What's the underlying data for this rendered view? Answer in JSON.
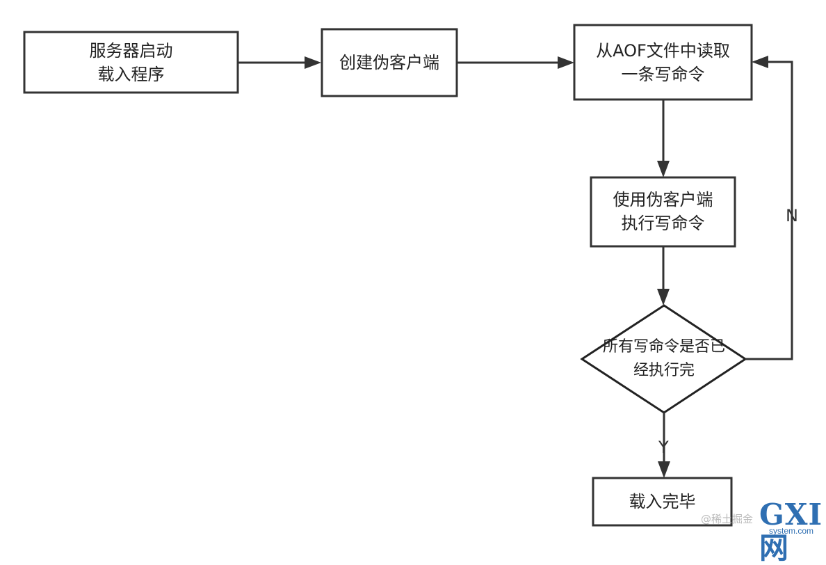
{
  "nodes": {
    "server_start": {
      "label": "服务器启动\n载入程序"
    },
    "create_fake_client": {
      "label": "创建伪客户端"
    },
    "read_aof": {
      "label": "从AOF文件中读取\n一条写命令"
    },
    "execute_command": {
      "label": "使用伪客户端\n执行写命令"
    },
    "all_done_decision": {
      "label": "所有写命令是否已\n经执行完"
    },
    "load_complete": {
      "label": "载入完毕"
    }
  },
  "edges": {
    "no_label": "N",
    "yes_label": "Y"
  },
  "watermark": {
    "juejin": "@稀土掘金",
    "logo_text": "GXI网",
    "logo_sub": "system.com"
  },
  "colors": {
    "stroke": "#333333",
    "text": "#222222",
    "watermark": "#2f6fb2"
  }
}
